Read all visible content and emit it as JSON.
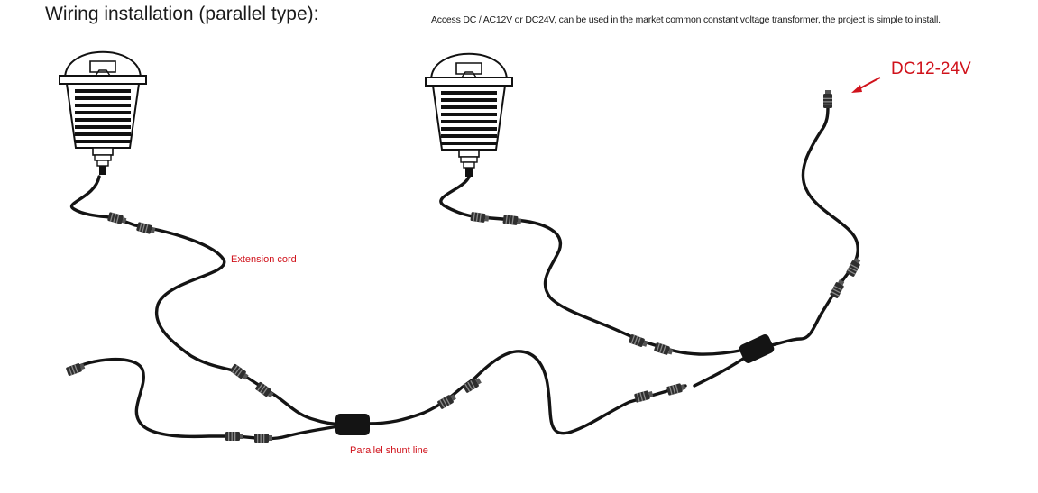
{
  "title": "Wiring installation (parallel type):",
  "description": "Access DC / AC12V or DC24V, can be used in the market common constant voltage transformer, the project is simple to install.",
  "labels": {
    "extension_cord": "Extension cord",
    "parallel_shunt_line": "Parallel shunt line",
    "power_input": "DC12-24V"
  },
  "colors": {
    "text": "#1a1a1a",
    "accent_red": "#d0121b",
    "wire": "#141414"
  }
}
